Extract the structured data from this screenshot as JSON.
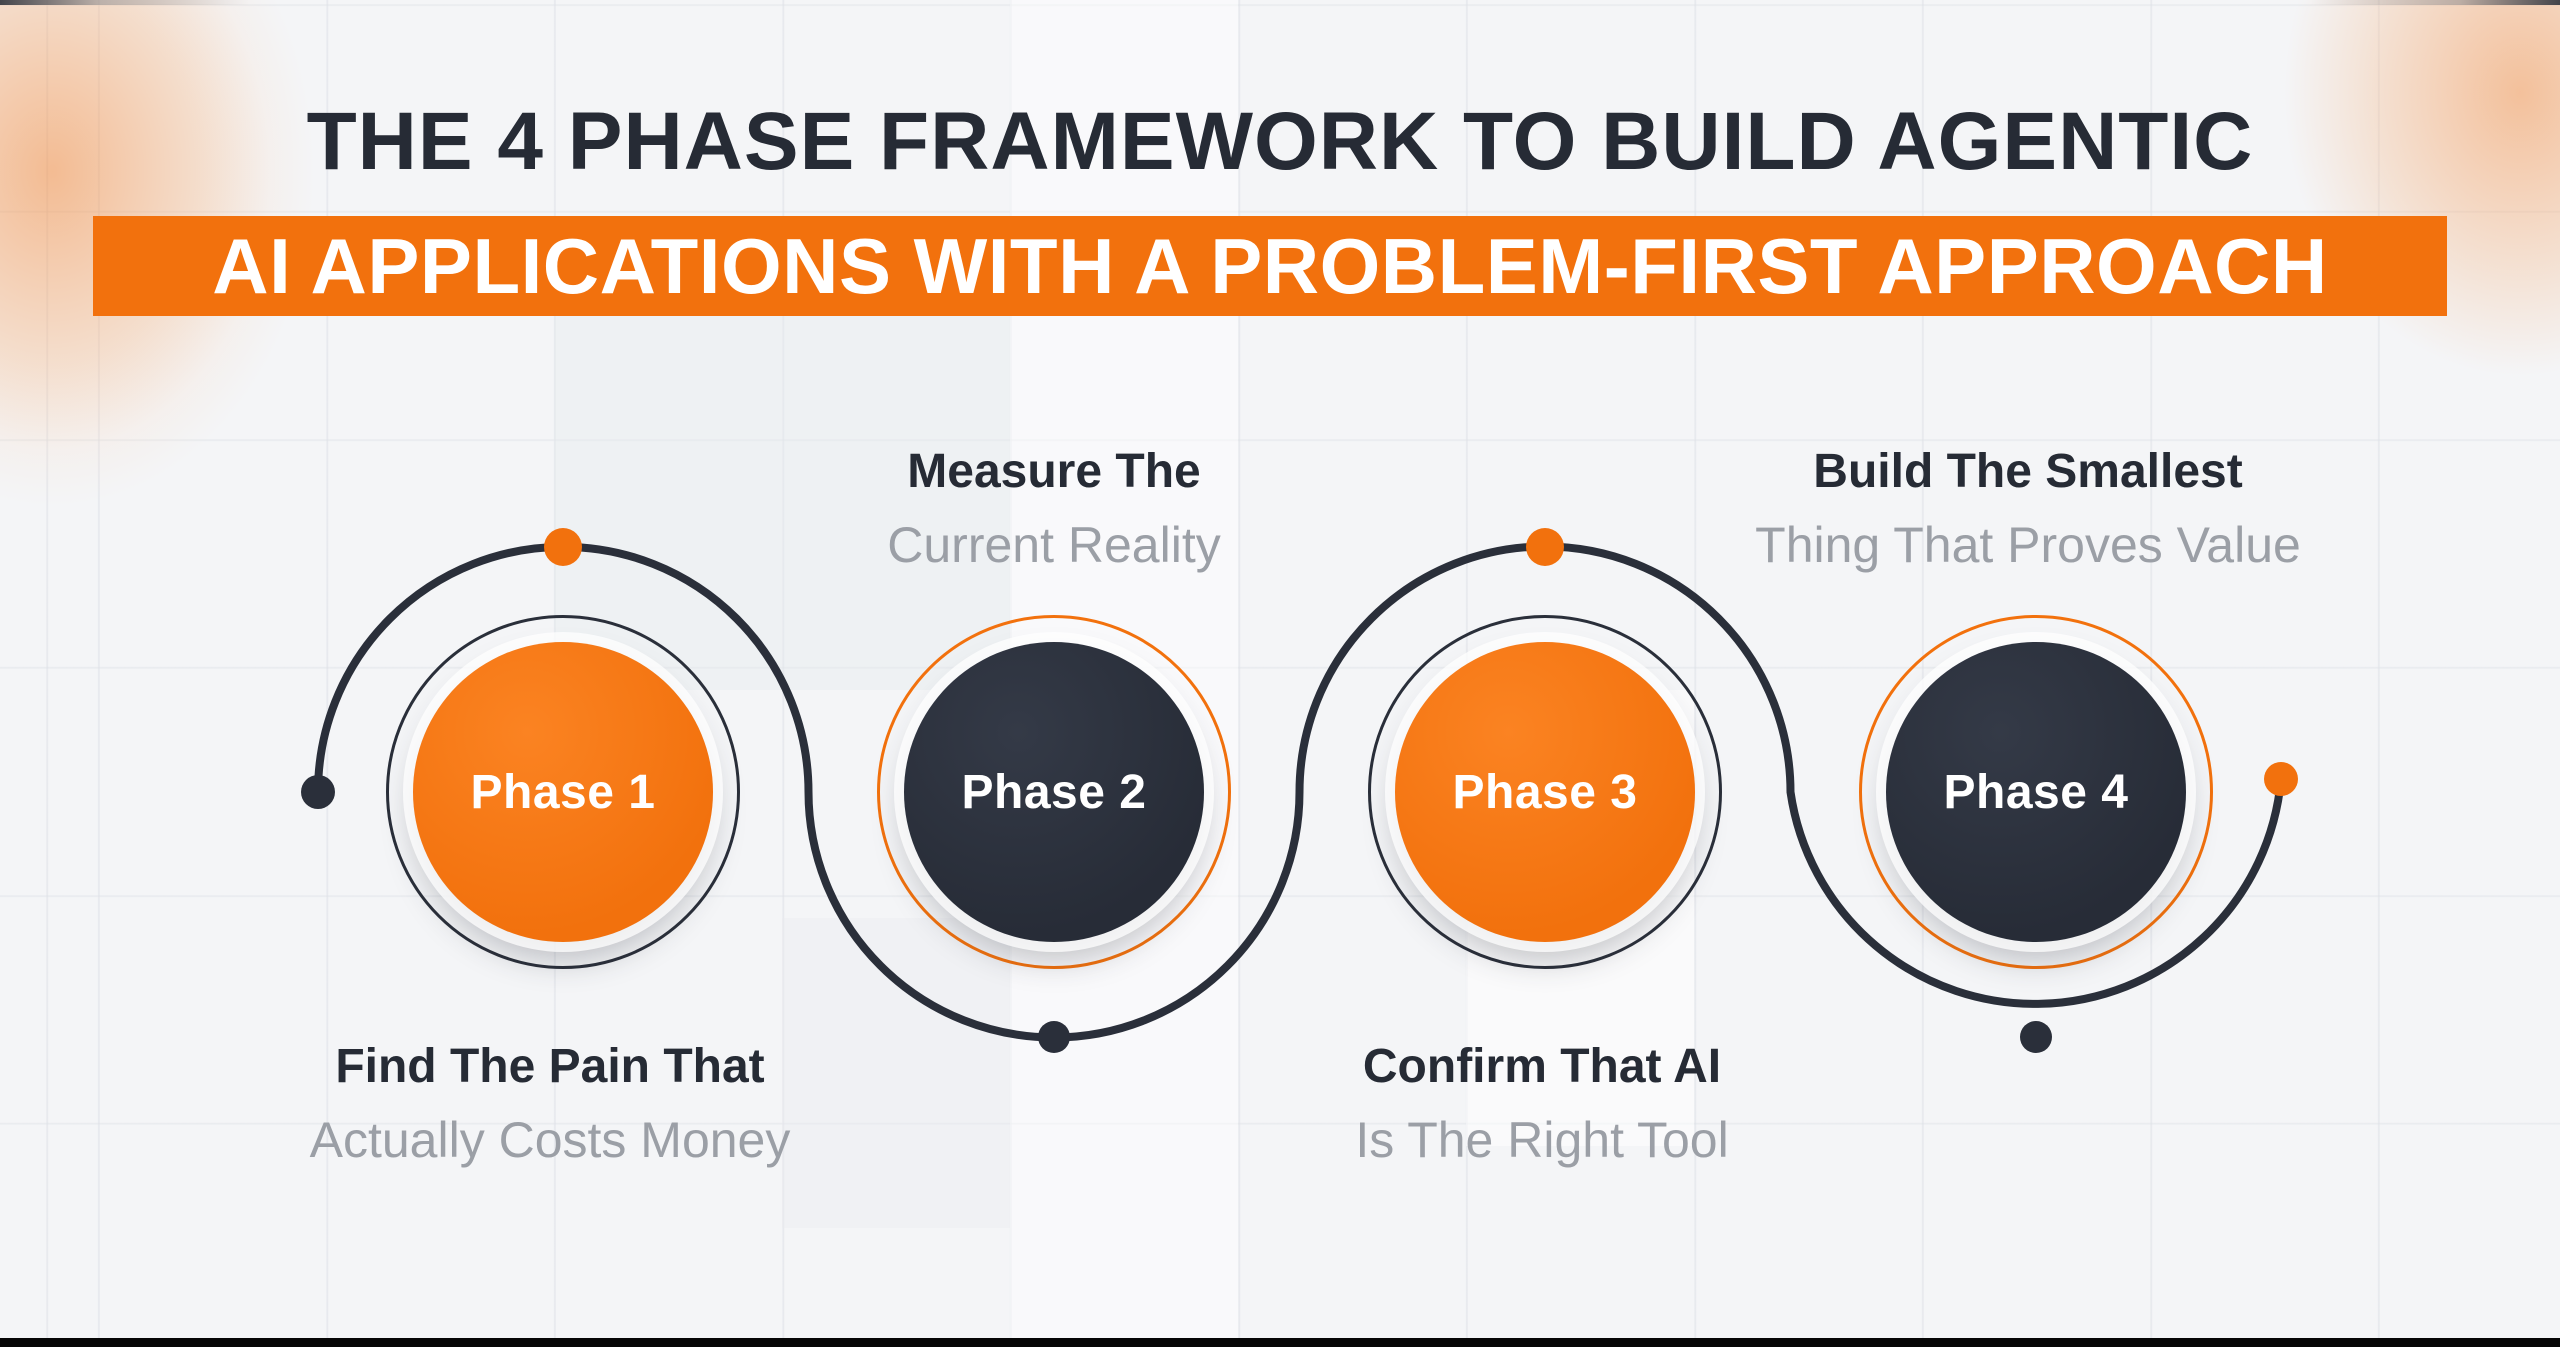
{
  "header": {
    "line1": "THE 4 PHASE FRAMEWORK TO BUILD AGENTIC",
    "line2": "AI APPLICATIONS WITH A PROBLEM-FIRST APPROACH"
  },
  "phases": [
    {
      "label": "Phase 1",
      "circle_style": "orange",
      "caption_position": "below",
      "caption_line1": "Find The Pain That",
      "caption_line2": "Actually Costs Money"
    },
    {
      "label": "Phase 2",
      "circle_style": "dark",
      "caption_position": "above",
      "caption_line1": "Measure The",
      "caption_line2": "Current Reality"
    },
    {
      "label": "Phase 3",
      "circle_style": "orange",
      "caption_position": "below",
      "caption_line1": "Confirm That AI",
      "caption_line2": "Is The Right Tool"
    },
    {
      "label": "Phase 4",
      "circle_style": "dark",
      "caption_position": "above",
      "caption_line1": "Build The Smallest",
      "caption_line2": "Thing That Proves Value"
    }
  ],
  "colors": {
    "accent_orange": "#F2710D",
    "dark_navy": "#2A2F3A",
    "heading_text": "#262B35",
    "muted_gray": "#9B9FA6",
    "background": "#F4F5F7",
    "banner_text": "#FFFFFF",
    "bottom_bar": "#060606"
  }
}
